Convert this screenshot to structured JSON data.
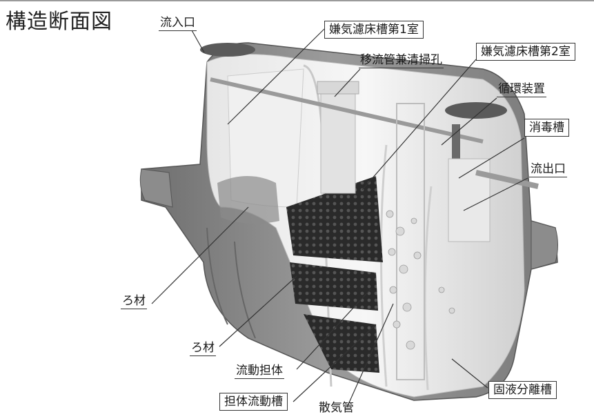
{
  "title": "構造断面図",
  "labels": {
    "inlet": "流入口",
    "anaerobic1": "嫌気濾床槽第1室",
    "transfer": "移流管兼清掃孔",
    "anaerobic2": "嫌気濾床槽第2室",
    "circulation": "循環装置",
    "disinfection": "消毒槽",
    "outlet": "流出口",
    "media1": "ろ材",
    "media2": "ろ材",
    "carrier": "流動担体",
    "carrier_tank": "担体流動槽",
    "diffuser": "散気管",
    "separation": "固液分離槽"
  }
}
